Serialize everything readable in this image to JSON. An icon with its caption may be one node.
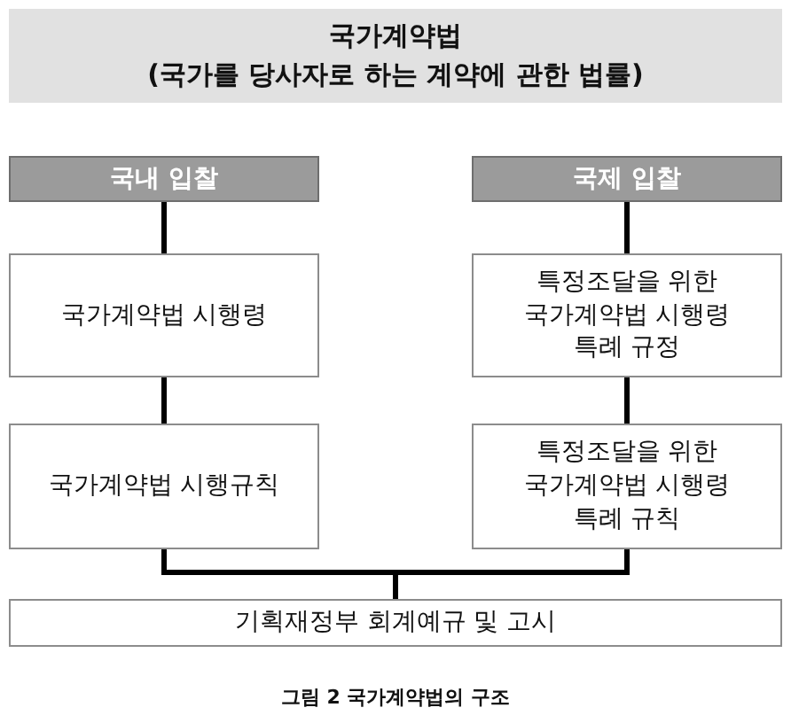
{
  "diagram": {
    "caption": "그림 2 국가계약법의 구조",
    "nodes": [
      {
        "text": [
          "국가계약법",
          "(국가를 당사자로 하는 계약에 관한 법률)"
        ]
      },
      {
        "text": [
          "국내 입찰"
        ]
      },
      {
        "text": [
          "국제 입찰"
        ]
      },
      {
        "text": [
          "국가계약법 시행령"
        ]
      },
      {
        "text": [
          "특정조달을 위한 국가계약법 시행령 특례 규정"
        ]
      },
      {
        "text": [
          "국가계약법 시행규칙"
        ]
      },
      {
        "text": [
          "특정조달을 위한 국가계약법 시행령 특례 규칙"
        ]
      },
      {
        "text": [
          "기획재정부 회계예규 및 고시"
        ]
      }
    ],
    "edges": [
      {
        "from": 1,
        "to": 3,
        "arrow": "none"
      },
      {
        "from": 3,
        "to": 5,
        "arrow": "none"
      },
      {
        "from": 2,
        "to": 4,
        "arrow": "none"
      },
      {
        "from": 4,
        "to": 6,
        "arrow": "none"
      },
      {
        "from": 5,
        "to": 7,
        "arrow": "none"
      },
      {
        "from": 6,
        "to": 7,
        "arrow": "none"
      }
    ]
  }
}
